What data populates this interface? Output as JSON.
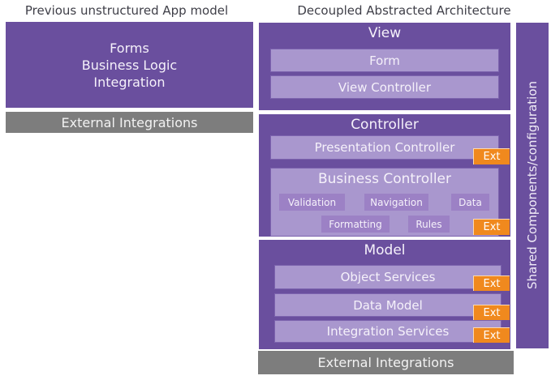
{
  "titles": {
    "left": "Previous unstructured App model",
    "right": "Decoupled Abstracted Architecture"
  },
  "left_panel": {
    "main_box": {
      "lines": [
        "Forms",
        "Business Logic",
        "Integration"
      ]
    },
    "external_bar": "External Integrations"
  },
  "right_panel": {
    "view_section": {
      "title": "View",
      "form": "Form",
      "view_controller": "View Controller"
    },
    "controller_section": {
      "title": "Controller",
      "presentation_controller": "Presentation Controller",
      "presentation_ext": "Ext",
      "business_controller": {
        "title": "Business Controller",
        "chips_row1": [
          "Validation",
          "Navigation",
          "Data"
        ],
        "chips_row2": [
          "Formatting",
          "Rules"
        ],
        "ext": "Ext"
      }
    },
    "model_section": {
      "title": "Model",
      "boxes": [
        {
          "label": "Object Services",
          "ext": "Ext"
        },
        {
          "label": "Data Model",
          "ext": "Ext"
        },
        {
          "label": "Integration Services",
          "ext": "Ext"
        }
      ]
    },
    "external_bar": "External Integrations"
  },
  "sidebar": {
    "label": "Shared Components/configuration"
  },
  "colors": {
    "purple_dark": "#6a4f9e",
    "purple_light": "#a997ce",
    "purple_chip": "#9c81c5",
    "orange": "#f0891e",
    "gray": "#7d7d7d"
  }
}
